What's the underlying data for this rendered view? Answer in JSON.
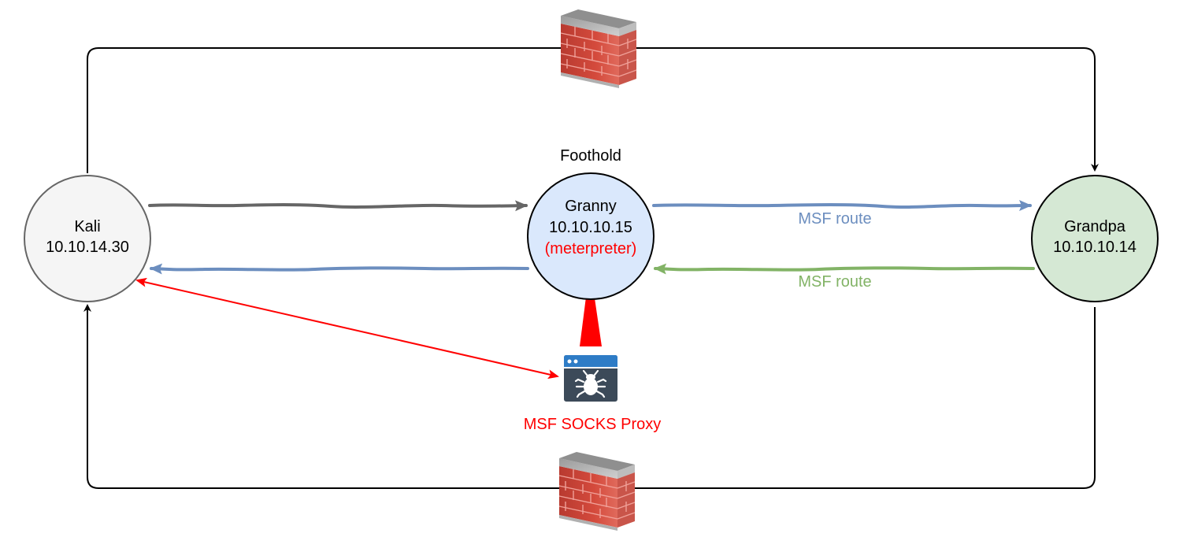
{
  "nodes": {
    "kali": {
      "name": "Kali",
      "ip": "10.10.14.30",
      "fill": "#f5f5f5",
      "stroke": "#666666"
    },
    "granny": {
      "name": "Granny",
      "ip": "10.10.10.15",
      "tag": "(meterpreter)",
      "caption": "Foothold",
      "fill": "#dae8fc",
      "stroke": "#000000"
    },
    "grandpa": {
      "name": "Grandpa",
      "ip": "10.10.10.14",
      "fill": "#d5e8d4",
      "stroke": "#000000"
    },
    "proxy": {
      "label": "MSF SOCKS Proxy",
      "icon": "bug-window-icon"
    }
  },
  "edges": {
    "kali_to_granny": {
      "color": "#666666",
      "label": ""
    },
    "granny_to_kali": {
      "color": "#6c8ebf",
      "label": ""
    },
    "granny_to_grandpa": {
      "color": "#6c8ebf",
      "label": "MSF route"
    },
    "grandpa_to_granny": {
      "color": "#82b366",
      "label": "MSF route"
    },
    "proxy_link": {
      "color": "#ff0000",
      "label": ""
    }
  },
  "firewalls": [
    {
      "name": "top-firewall",
      "icon": "firewall-icon"
    },
    {
      "name": "bottom-firewall",
      "icon": "firewall-icon"
    }
  ],
  "colors": {
    "accent_red": "#ff0000",
    "text": "#000000"
  }
}
